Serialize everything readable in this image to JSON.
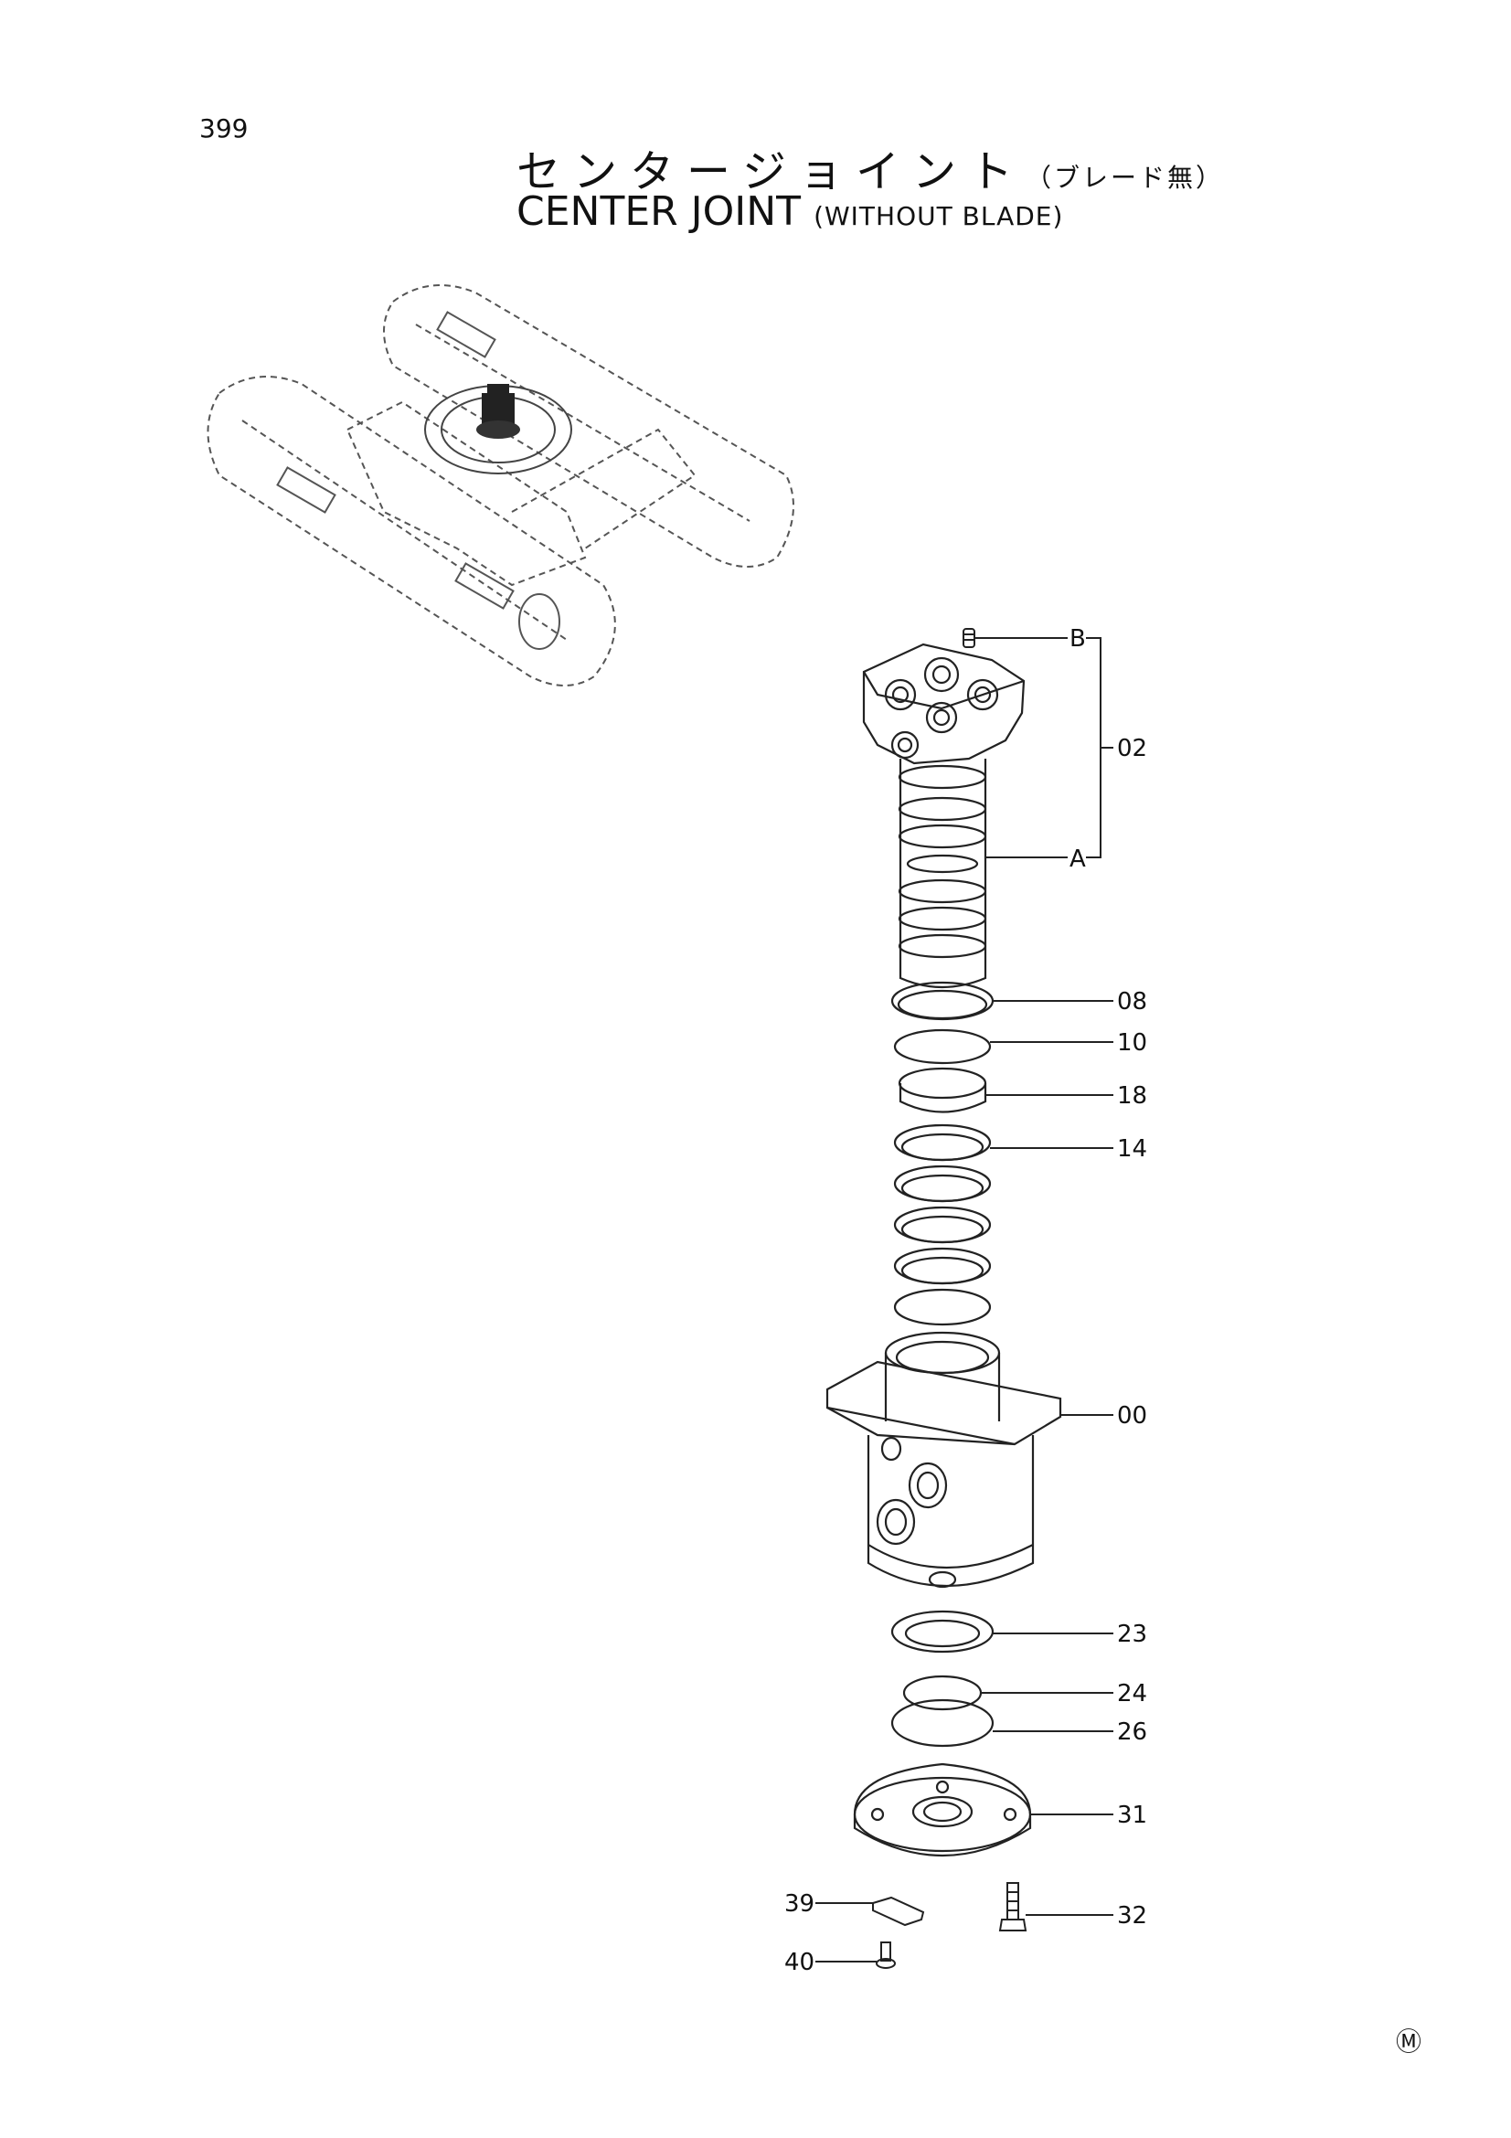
{
  "page_number": "399",
  "title_jp": {
    "main": "センタージョイント",
    "sub": "（ブレード無）"
  },
  "title_en": {
    "main": "CENTER JOINT",
    "sub": "(WITHOUT BLADE)"
  },
  "callouts": {
    "B": "B",
    "A": "A",
    "p02": "02",
    "p08": "08",
    "p10": "10",
    "p18": "18",
    "p14": "14",
    "p00": "00",
    "p23": "23",
    "p24": "24",
    "p26": "26",
    "p31": "31",
    "p32": "32",
    "p39": "39",
    "p40": "40"
  },
  "corner_mark": "Ⓜ"
}
